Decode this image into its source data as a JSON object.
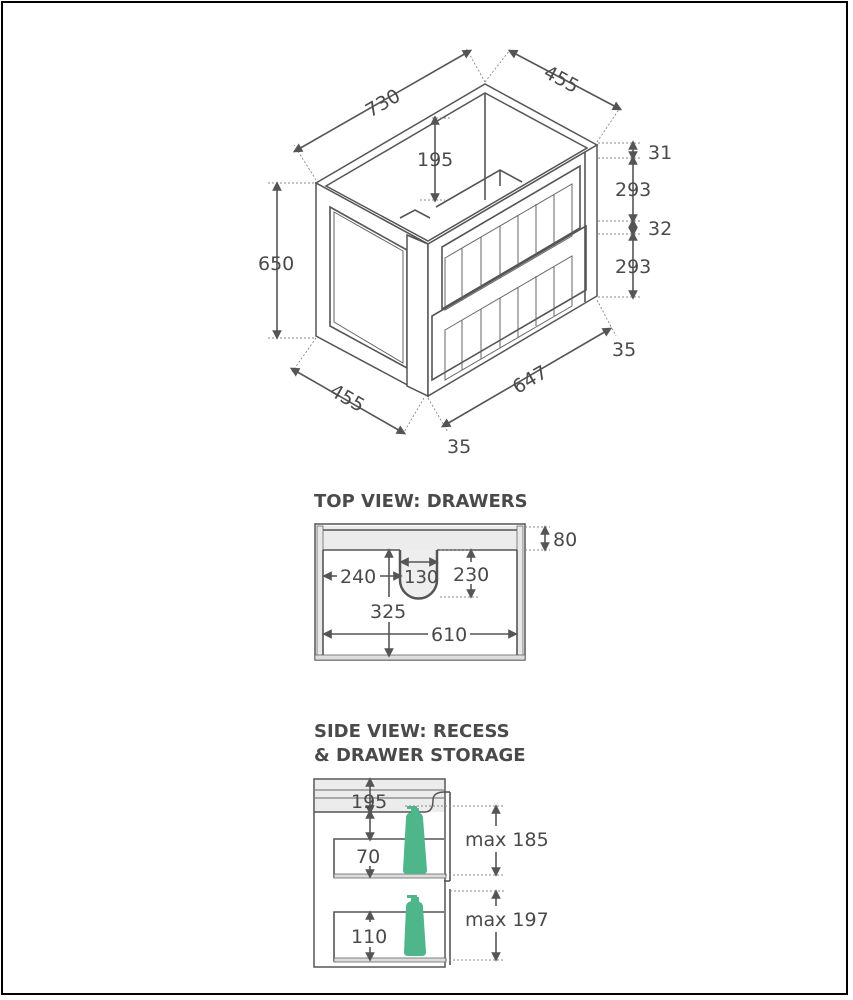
{
  "iso_view": {
    "dims": {
      "width_top": "730",
      "depth_top": "455",
      "recess_depth": "195",
      "height": "650",
      "depth_bottom": "455",
      "drawer_width": "647",
      "side_left": "35",
      "side_right": "35",
      "top_rail": "31",
      "drawer_upper": "293",
      "mid_rail": "32",
      "drawer_lower": "293"
    }
  },
  "top_view": {
    "title": "TOP VIEW: DRAWERS",
    "dims": {
      "top_band": "80",
      "left_offset": "240",
      "cutout_width": "130",
      "cutout_depth": "230",
      "inner_depth": "325",
      "inner_width": "610"
    }
  },
  "side_view": {
    "title_line1": "SIDE VIEW: RECESS",
    "title_line2": "& DRAWER STORAGE",
    "dims": {
      "recess": "195",
      "upper_drawer_depth": "70",
      "upper_max": "max 185",
      "lower_drawer_depth": "110",
      "lower_max": "max 197"
    },
    "colors": {
      "bottle": "#4fb58a"
    }
  }
}
